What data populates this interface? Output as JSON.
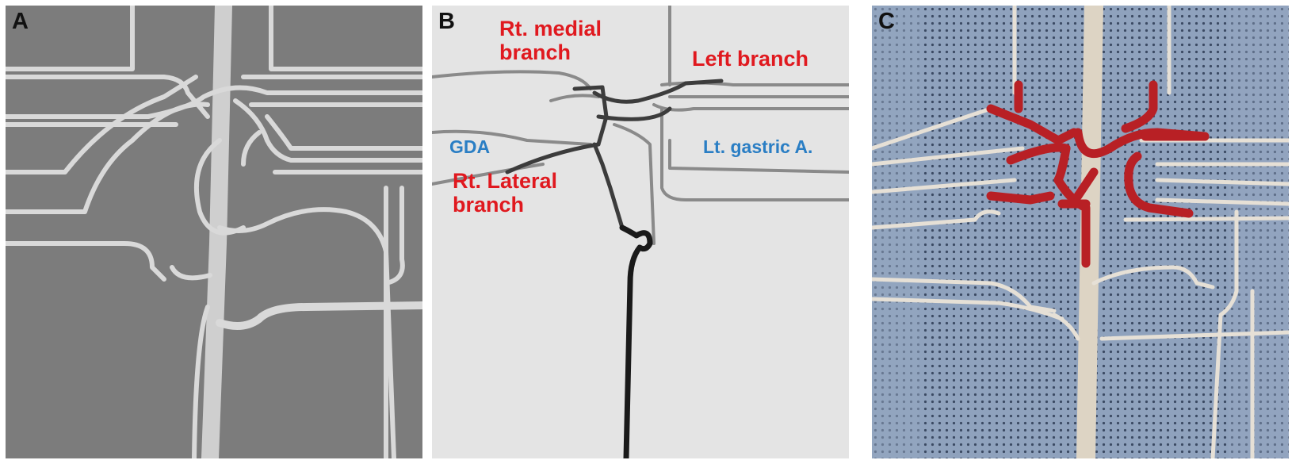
{
  "panels": {
    "a": {
      "letter": "A"
    },
    "b": {
      "letter": "B",
      "labels": {
        "rt_medial_branch": "Rt. medial\nbranch",
        "left_branch": "Left branch",
        "gda": "GDA",
        "lt_gastric": "Lt. gastric A.",
        "rt_lateral_branch": "Rt. Lateral\nbranch"
      }
    },
    "c": {
      "letter": "C"
    }
  },
  "colors": {
    "panel_a_bg": "#7c7c7c",
    "panel_b_bg": "#e4e4e4",
    "panel_c_bg": "#8fa2bd",
    "label_red": "#e0191f",
    "label_blue": "#2a7ec4",
    "vessel_model_red": "#b82025"
  }
}
